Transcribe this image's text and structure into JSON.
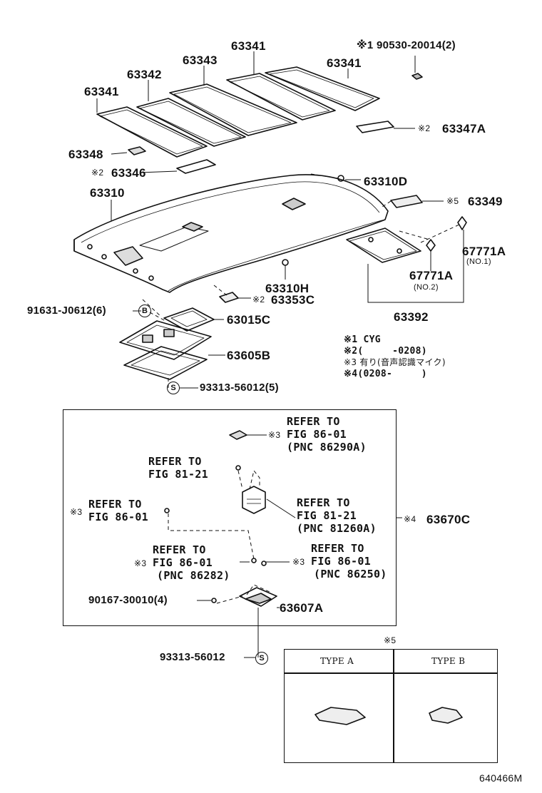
{
  "labels": {
    "p63341_top": "63341",
    "p63343": "63343",
    "p63342": "63342",
    "p63341_right": "63341",
    "p63341_left": "63341",
    "p90530": "※1 90530-20014(2)",
    "p63347A": "63347A",
    "p63347A_mark": "※2",
    "p63348": "63348",
    "p63346": "63346",
    "p63346_mark": "※2",
    "p63310D": "63310D",
    "p63310": "63310",
    "p63349": "63349",
    "p63349_mark": "※5",
    "p67771A_1": "67771A",
    "p67771A_1_sub": "(NO.1)",
    "p67771A_2": "67771A",
    "p67771A_2_sub": "(NO.2)",
    "p63310H": "63310H",
    "p63353C": "63353C",
    "p63353C_mark": "※2",
    "p91631": "91631-J0612(6)",
    "p63015C": "63015C",
    "p63392": "63392",
    "p63605B": "63605B",
    "p93313_a": "93313-56012(5)",
    "p63670C": "63670C",
    "p63670C_mark": "※4",
    "p90167": "90167-30010(4)",
    "p63607A": "63607A",
    "p93313_b": "93313-56012",
    "circle_b": "B",
    "circle_s1": "S",
    "circle_s2": "S"
  },
  "notes": {
    "n1": "※1 CYG",
    "n2": "※2(     -0208)",
    "n3": "※3 有り(音声認識マイク)",
    "n4": "※4(0208-     )"
  },
  "refs": {
    "r1_line1": "REFER TO",
    "r1_line2": "FIG 86-01",
    "r1_line3": "(PNC 86290A)",
    "r1_mark": "※3",
    "r2_line1": "REFER TO",
    "r2_line2": "FIG 81-21",
    "r3_line1": "REFER TO",
    "r3_line2": "FIG 86-01",
    "r3_mark": "※3",
    "r4_line1": "REFER TO",
    "r4_line2": "FIG 81-21",
    "r4_line3": "(PNC 81260A)",
    "r5_line1": "REFER TO",
    "r5_line2": "FIG 86-01",
    "r5_line3": "(PNC 86282)",
    "r5_mark": "※3",
    "r6_line1": "REFER TO",
    "r6_line2": "FIG 86-01",
    "r6_line3": "(PNC 86250)",
    "r6_mark": "※3"
  },
  "type_table": {
    "mark": "※5",
    "type_a": "TYPE A",
    "type_b": "TYPE B"
  },
  "figure_id": "640466M"
}
